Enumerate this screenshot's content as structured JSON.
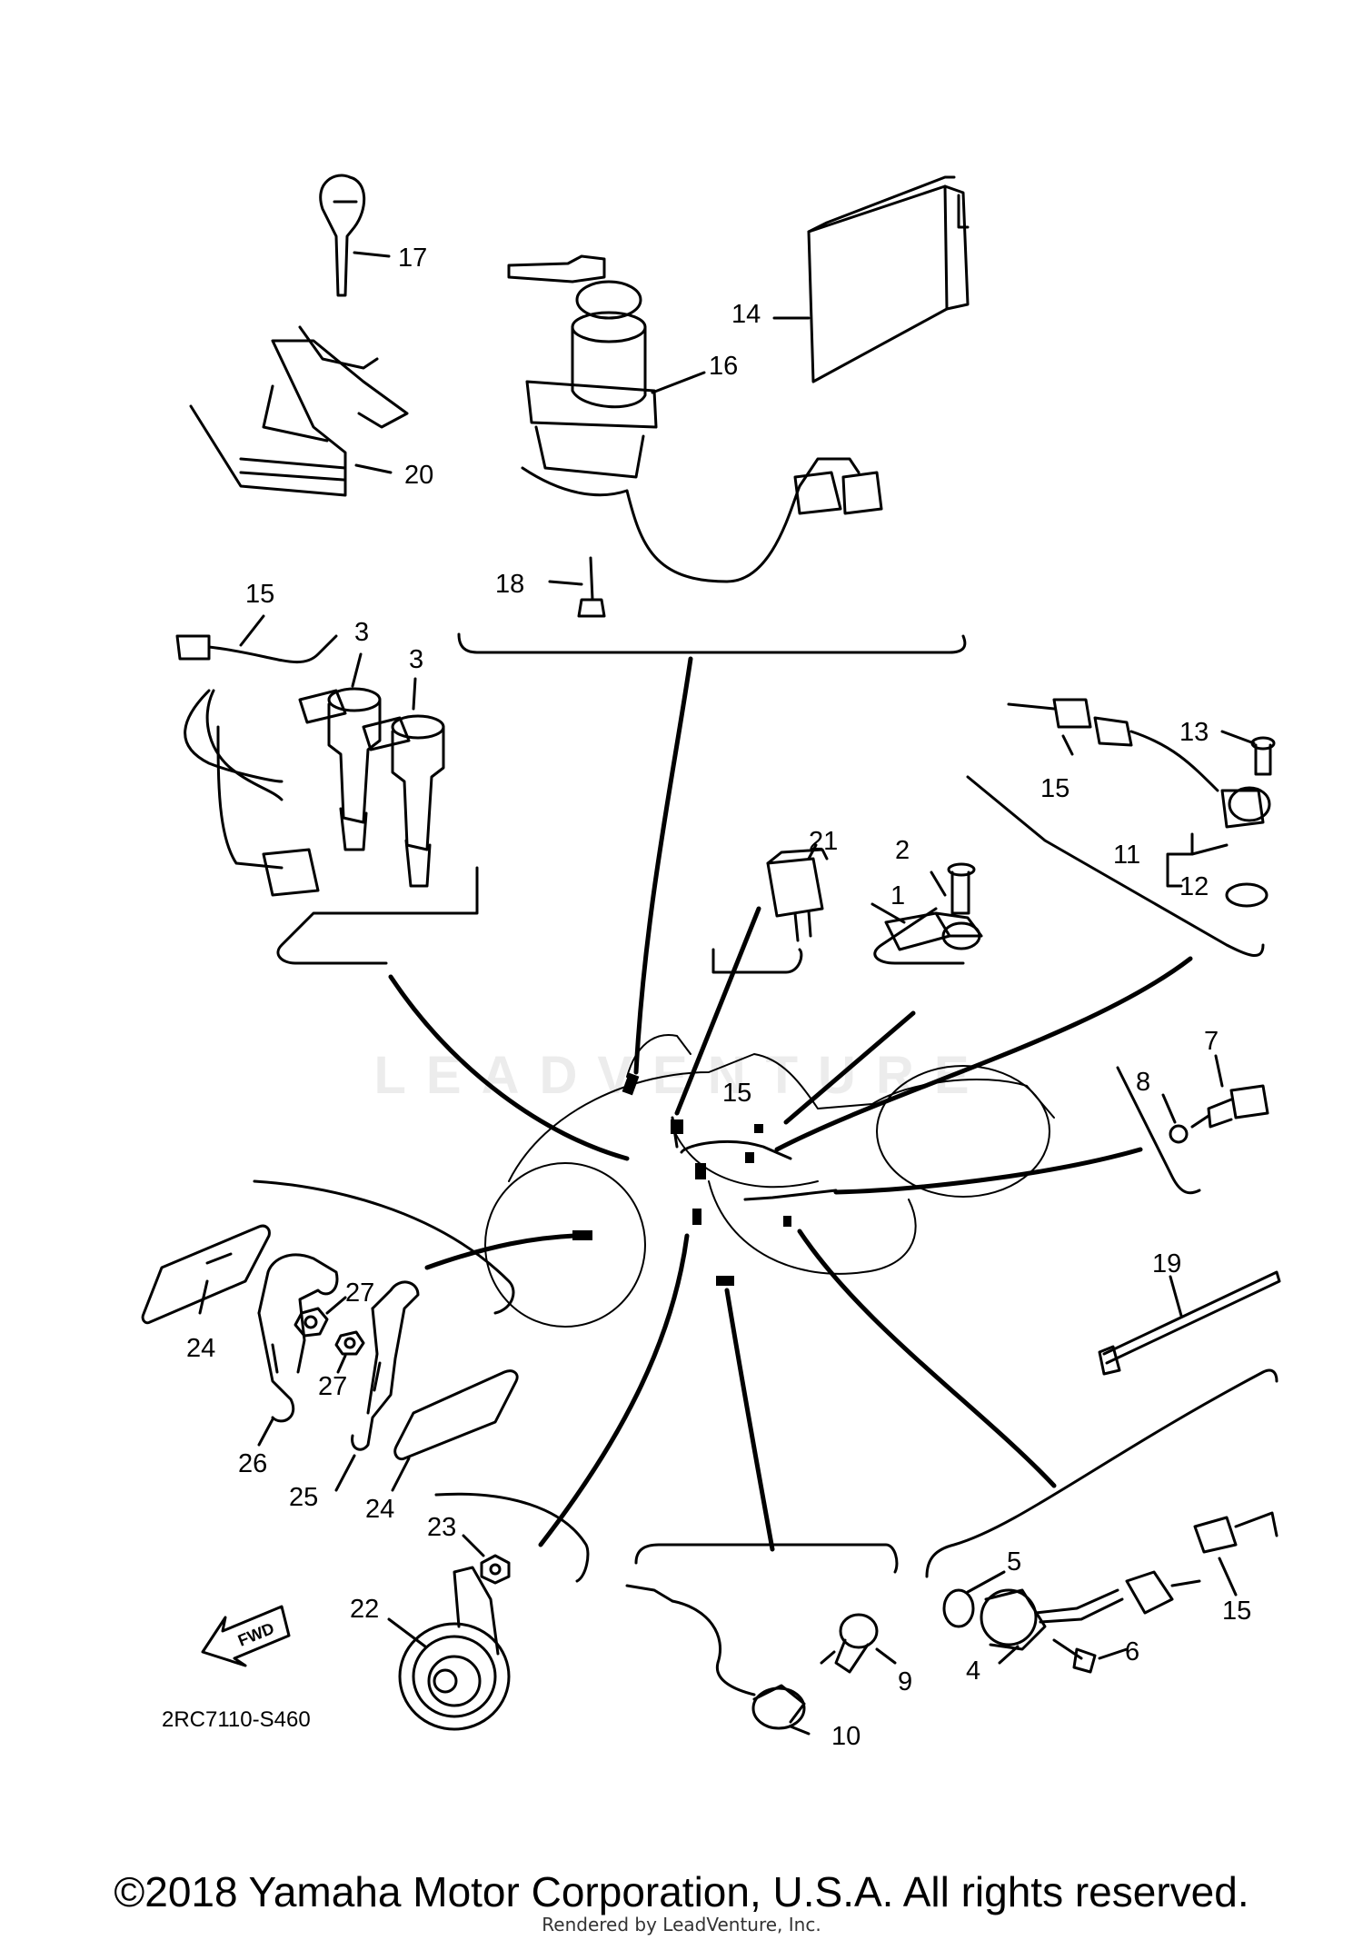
{
  "diagram": {
    "code": "2RC7110-S460",
    "fwd_label": "FWD",
    "callouts": {
      "c1": "1",
      "c2": "2",
      "c3a": "3",
      "c3b": "3",
      "c4": "4",
      "c5": "5",
      "c6": "6",
      "c7": "7",
      "c8": "8",
      "c9": "9",
      "c10": "10",
      "c11": "11",
      "c12": "12",
      "c13": "13",
      "c14": "14",
      "c15a": "15",
      "c15b": "15",
      "c15c": "15",
      "c15d": "15",
      "c16": "16",
      "c17": "17",
      "c18": "18",
      "c19": "19",
      "c20": "20",
      "c21": "21",
      "c22": "22",
      "c23": "23",
      "c24a": "24",
      "c24b": "24",
      "c25": "25",
      "c26": "26",
      "c27a": "27",
      "c27b": "27"
    }
  },
  "watermark": "LEADVENTURE",
  "footer": {
    "copyright": "©2018 Yamaha Motor Corporation, U.S.A. All rights reserved.",
    "rendered_by": "Rendered by LeadVenture, Inc."
  }
}
